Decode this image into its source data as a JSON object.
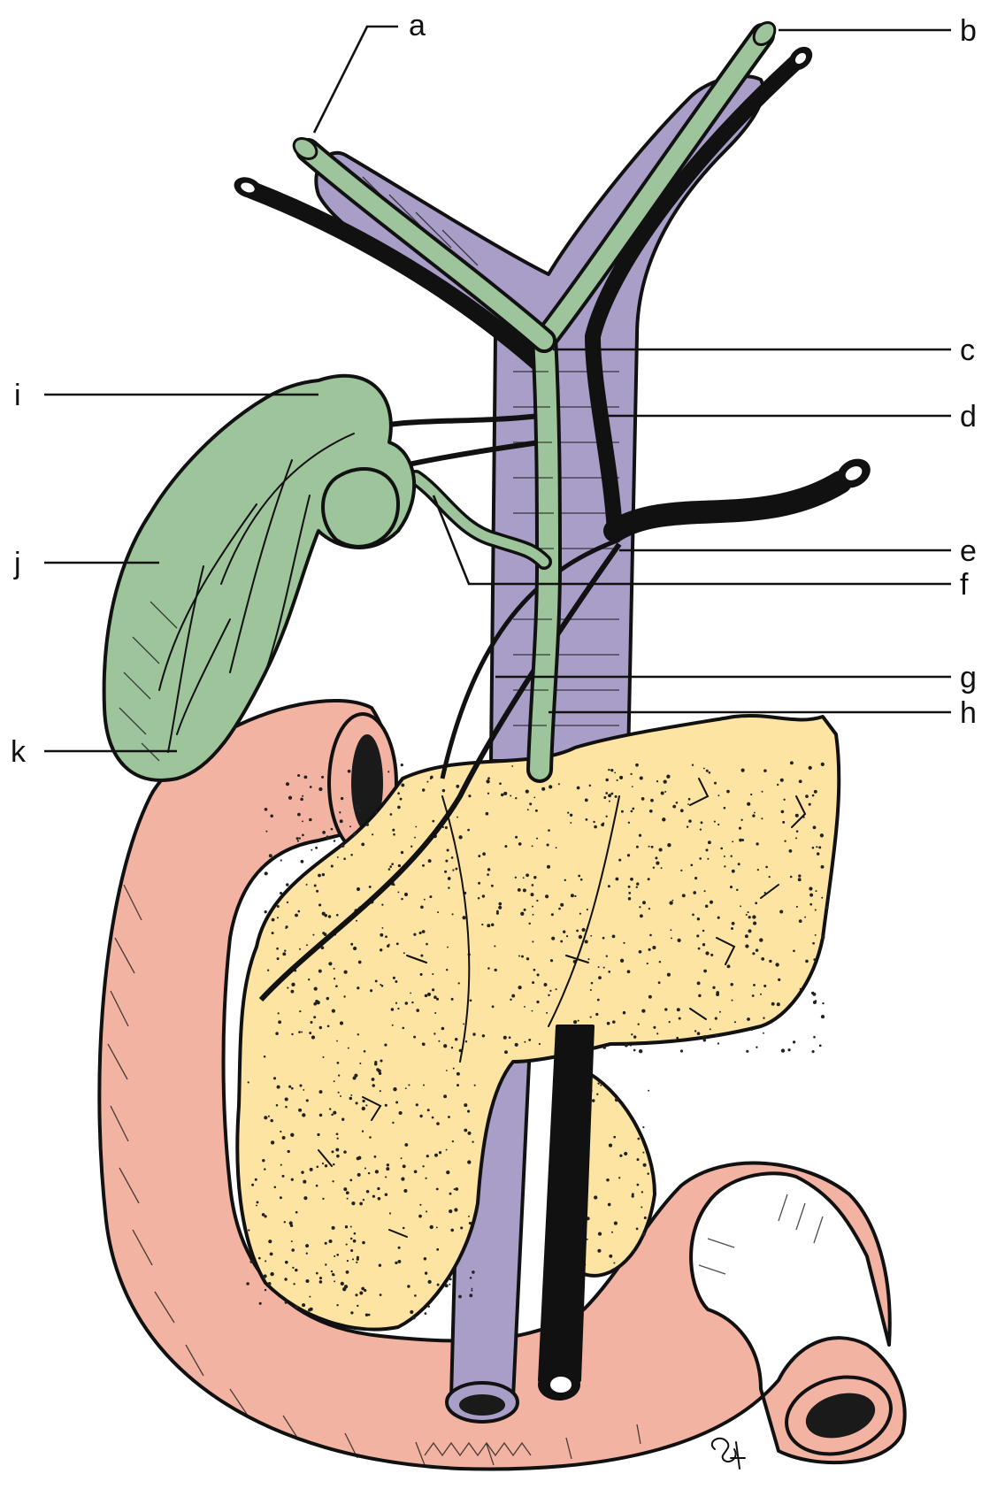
{
  "colors": {
    "biliary": "#9dc49b",
    "portal_vein": "#a89ec8",
    "duodenum": "#f2b3a3",
    "pancreas": "#fde4a2",
    "artery": "#111111",
    "outline": "#111111"
  },
  "labels": {
    "a": "a",
    "b": "b",
    "c": "c",
    "d": "d",
    "e": "e",
    "f": "f",
    "g": "g",
    "h": "h",
    "i": "i",
    "j": "j",
    "k": "k"
  }
}
